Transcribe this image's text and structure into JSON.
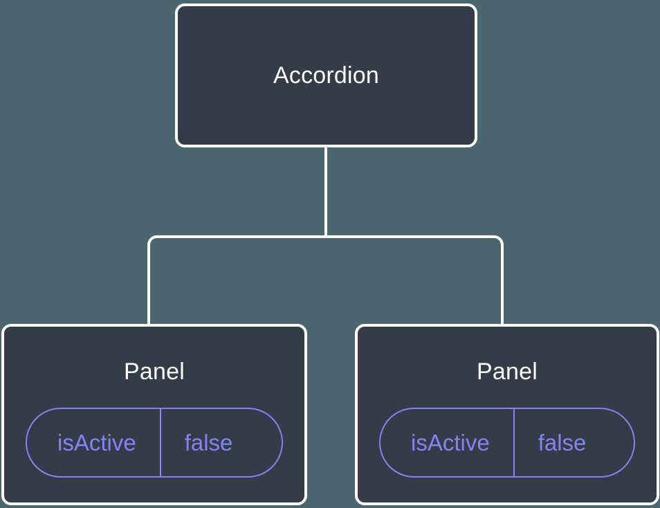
{
  "canvas": {
    "background_color": "#4C6670",
    "node_fill_color": "#343B49",
    "node_border_color": "#FFFFFF",
    "edge_color": "#FFFFFF",
    "title_text_color": "#FFFFFF",
    "prop_accent_color": "#8186EE"
  },
  "tree": {
    "root": {
      "title": "Accordion"
    },
    "children": [
      {
        "title": "Panel",
        "props": [
          {
            "key": "isActive",
            "value": "false"
          }
        ]
      },
      {
        "title": "Panel",
        "props": [
          {
            "key": "isActive",
            "value": "false"
          }
        ]
      }
    ]
  }
}
